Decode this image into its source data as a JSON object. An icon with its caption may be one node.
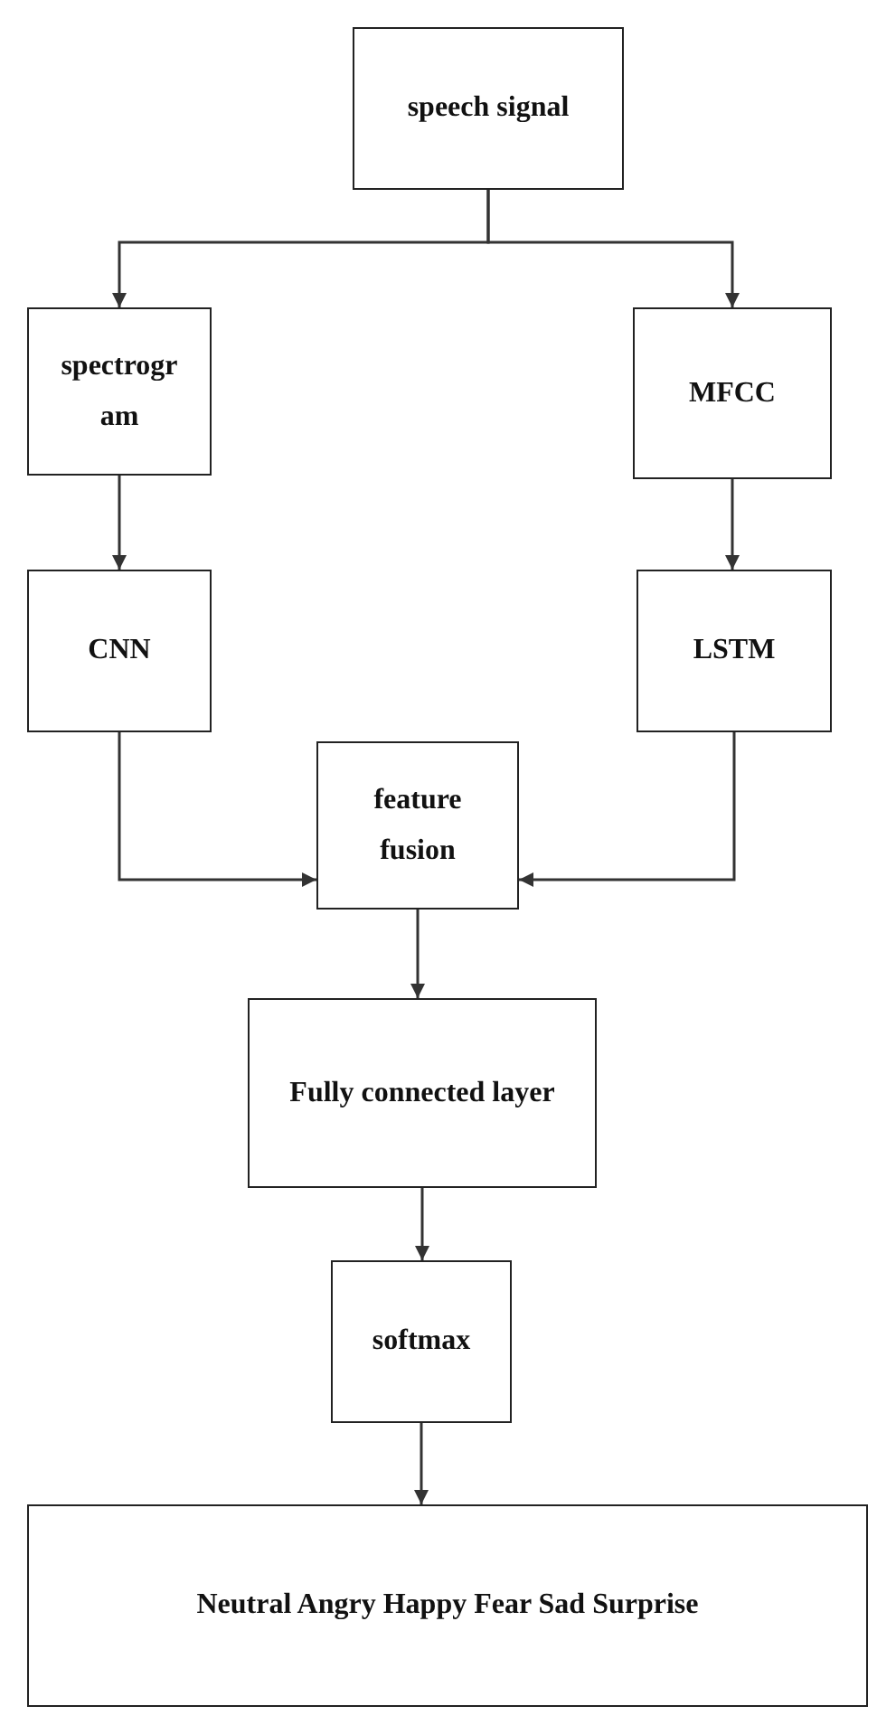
{
  "diagram": {
    "nodes": [
      {
        "text": [
          "speech signal"
        ]
      },
      {
        "text": [
          "spectrogr am"
        ]
      },
      {
        "text": [
          "MFCC"
        ]
      },
      {
        "text": [
          "CNN"
        ]
      },
      {
        "text": [
          "LSTM"
        ]
      },
      {
        "text": [
          "feature fusion"
        ]
      },
      {
        "text": [
          "Fully connected layer"
        ]
      },
      {
        "text": [
          "softmax"
        ]
      },
      {
        "text": [
          "Neutral Angry Happy Fear Sad Surprise"
        ]
      }
    ],
    "edges": [
      {
        "from": 0,
        "to": 1,
        "arrow": "to"
      },
      {
        "from": 0,
        "to": 2,
        "arrow": "to"
      },
      {
        "from": 1,
        "to": 3,
        "arrow": "to"
      },
      {
        "from": 2,
        "to": 4,
        "arrow": "to"
      },
      {
        "from": 3,
        "to": 5,
        "arrow": "to"
      },
      {
        "from": 4,
        "to": 5,
        "arrow": "to"
      },
      {
        "from": 5,
        "to": 6,
        "arrow": "to"
      },
      {
        "from": 6,
        "to": 7,
        "arrow": "to"
      },
      {
        "from": 7,
        "to": 8,
        "arrow": "to"
      }
    ]
  }
}
